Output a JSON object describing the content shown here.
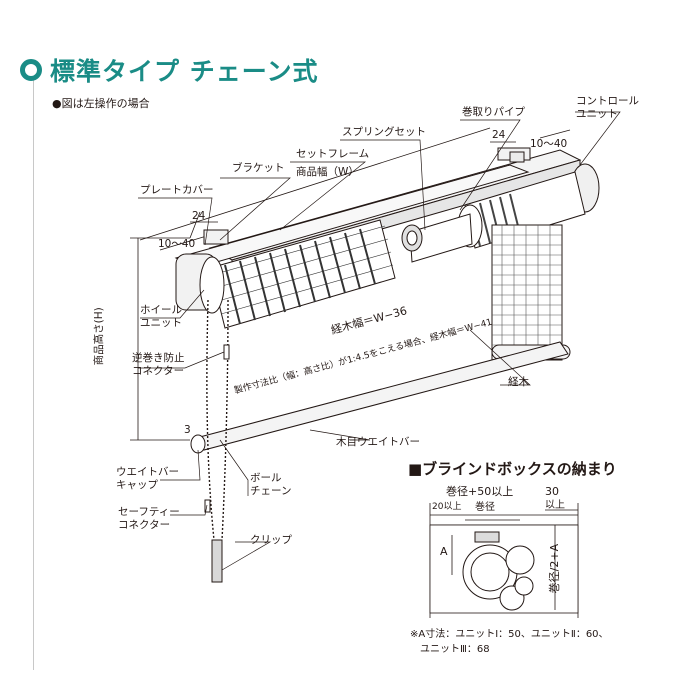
{
  "title": "標準タイプ チェーン式",
  "subnote": "●図は左操作の場合",
  "labels": {
    "control_unit": "コントロール\nユニット",
    "take_up_pipe": "巻取りパイプ",
    "spring_set": "スプリングセット",
    "set_frame": "セットフレーム",
    "bracket": "ブラケット",
    "plate_cover": "プレートカバー",
    "product_width": "商品幅（W）",
    "dim_24_left": "24",
    "dim_10_40_left": "10～40",
    "dim_24_right": "24",
    "dim_10_40_right": "10～40",
    "product_height": "商品高さ(H)",
    "wheel_unit": "ホイール\nユニット",
    "reverse_stop": "逆巻き防止\nコネクター",
    "slat_width": "経木幅＝W−36",
    "slat_note": "製作寸法比（幅：高さ比）が1:4.5をこえる場合、経木幅＝W−41",
    "slat": "経木",
    "dim_3": "3",
    "wood_weight_bar": "木目ウエイトバー",
    "weight_bar_cap": "ウエイトバー\nキャップ",
    "ball_chain": "ボール\nチェーン",
    "safety_connector": "セーフティー\nコネクター",
    "clip": "クリップ"
  },
  "box_section": {
    "title": "■ブラインドボックスの納まり",
    "dim_top": "巻径+50以上",
    "dim_30": "30",
    "dim_20": "20以上",
    "dim_diameter": "巻径",
    "dim_30_over": "以上",
    "dim_a": "A",
    "dim_right": "巻径/2+A"
  },
  "footnote": "※A寸法：ユニットⅠ：50、ユニットⅡ：60、\n　ユニットⅢ：68"
}
